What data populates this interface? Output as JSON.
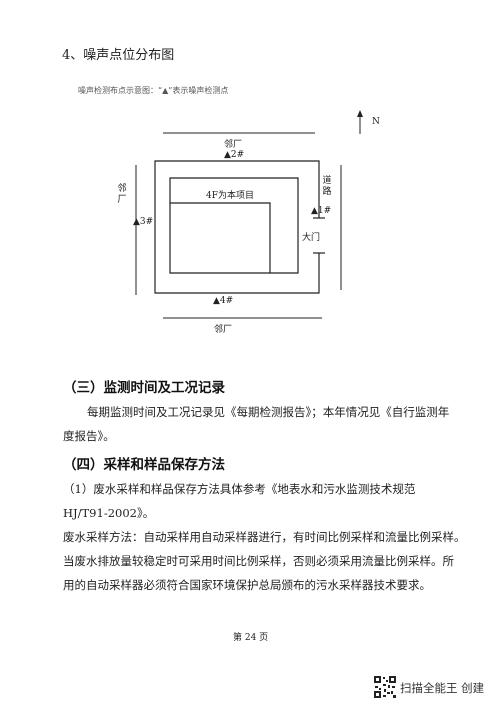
{
  "heading": "4、噪声点位分布图",
  "figure": {
    "legend": "噪声检测布点示意图：“▲”表示噪声检测点",
    "north_label": "N",
    "neighbor_top": "邻厂",
    "neighbor_bottom": "邻厂",
    "neighbor_left": "邻厂",
    "road": "道路",
    "building": "4F为本项目",
    "gate": "大门",
    "points": [
      "▲1#",
      "▲2#",
      "▲3#",
      "▲4#"
    ]
  },
  "section3": {
    "title": "（三）监测时间及工况记录",
    "lines": [
      "每期监测时间及工况记录见《每期检测报告》；本年情况见《自行监测年",
      "度报告》。"
    ]
  },
  "section4": {
    "title": "（四）采样和样品保存方法",
    "lines": [
      "（1）废水采样和样品保存方法具体参考《地表水和污水监测技术规范",
      "HJ/T91-2002》。",
      "废水采样方法：自动采样用自动采样器进行，有时间比例采样和流量比例采样。",
      "当废水排放量较稳定时可采用时间比例采样，否则必须采用流量比例采样。所",
      "用的自动采样器必须符合国家环境保护总局颁布的污水采样器技术要求。"
    ]
  },
  "page_number": "第 24 页",
  "watermark": "扫描全能王  创建"
}
